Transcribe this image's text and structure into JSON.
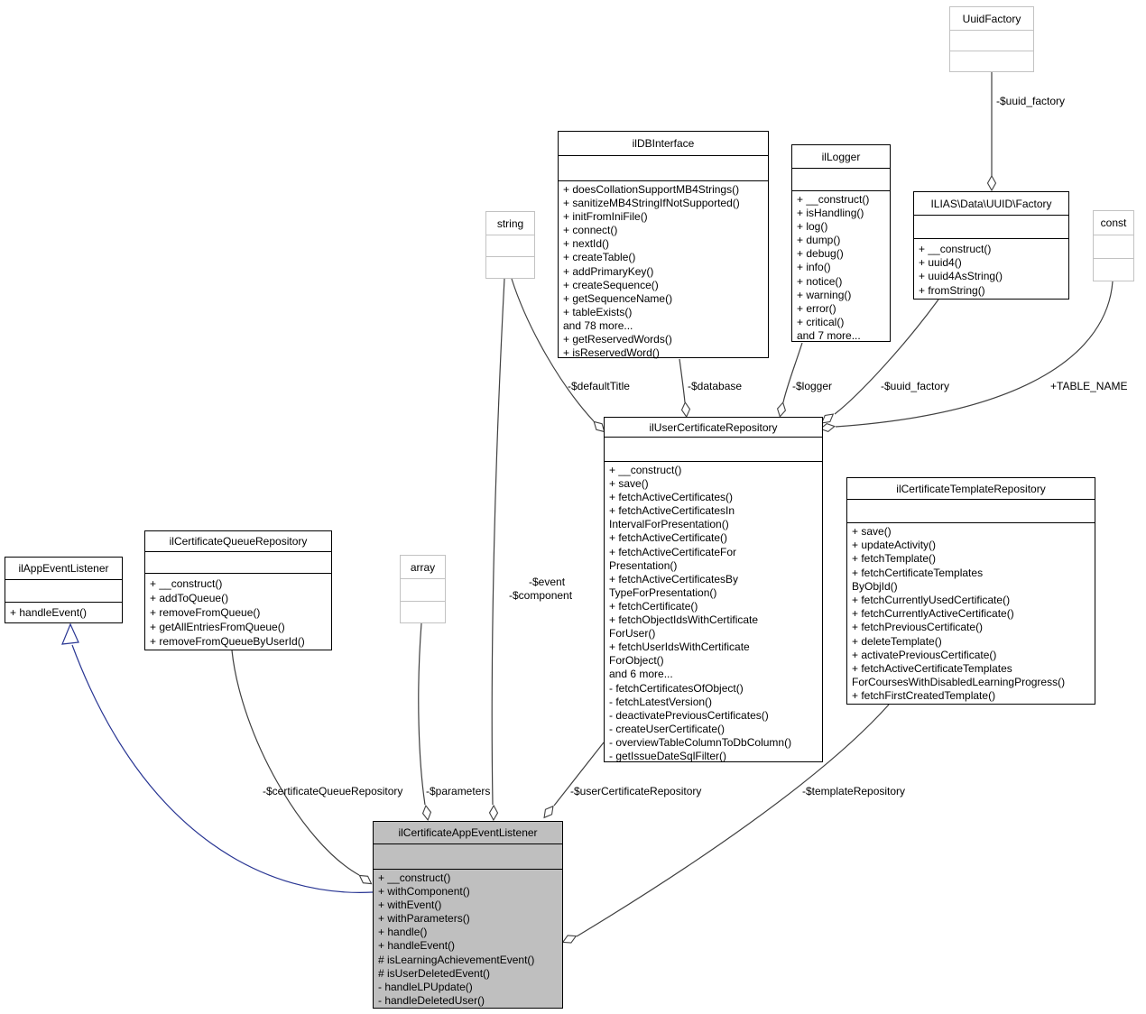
{
  "diagram": {
    "type": "uml-collaboration-diagram",
    "colors": {
      "edge": "#404040",
      "inheritance_edge": "#283593",
      "highlight_fill": "#bfbfbf",
      "ghost_border": "#c2c2c2",
      "box_border": "#000000",
      "background": "#ffffff"
    },
    "classes": {
      "uuid_factory_top": {
        "title": "UuidFactory",
        "methods": []
      },
      "db_interface": {
        "title": "ilDBInterface",
        "methods": [
          "+ doesCollationSupportMB4Strings()",
          "+ sanitizeMB4StringIfNotSupported()",
          "+ initFromIniFile()",
          "+ connect()",
          "+ nextId()",
          "+ createTable()",
          "+ addPrimaryKey()",
          "+ createSequence()",
          "+ getSequenceName()",
          "+ tableExists()",
          "and 78 more...",
          "+ getReservedWords()",
          "+ isReservedWord()"
        ]
      },
      "logger": {
        "title": "ilLogger",
        "methods": [
          "+ __construct()",
          "+ isHandling()",
          "+ log()",
          "+ dump()",
          "+ debug()",
          "+ info()",
          "+ notice()",
          "+ warning()",
          "+ error()",
          "+ critical()",
          "and 7 more..."
        ]
      },
      "uuid_data_factory": {
        "title": "ILIAS\\Data\\UUID\\Factory",
        "methods": [
          "+ __construct()",
          "+ uuid4()",
          "+ uuid4AsString()",
          "+ fromString()"
        ]
      },
      "const": {
        "title": "const",
        "methods": []
      },
      "string": {
        "title": "string",
        "methods": []
      },
      "array": {
        "title": "array",
        "methods": []
      },
      "app_event_listener": {
        "title": "ilAppEventListener",
        "methods": [
          "+ handleEvent()"
        ]
      },
      "queue_repository": {
        "title": "ilCertificateQueueRepository",
        "methods": [
          "+ __construct()",
          "+ addToQueue()",
          "+ removeFromQueue()",
          "+ getAllEntriesFromQueue()",
          "+ removeFromQueueByUserId()"
        ]
      },
      "user_certificate_repository": {
        "title": "ilUserCertificateRepository",
        "methods": [
          "+ __construct()",
          "+ save()",
          "+ fetchActiveCertificates()",
          "+ fetchActiveCertificatesIn",
          "IntervalForPresentation()",
          "+ fetchActiveCertificate()",
          "+ fetchActiveCertificateFor",
          "Presentation()",
          "+ fetchActiveCertificatesBy",
          "TypeForPresentation()",
          "+ fetchCertificate()",
          "+ fetchObjectIdsWithCertificate",
          "ForUser()",
          "+ fetchUserIdsWithCertificate",
          "ForObject()",
          "and 6 more...",
          "- fetchCertificatesOfObject()",
          "- fetchLatestVersion()",
          "- deactivatePreviousCertificates()",
          "- createUserCertificate()",
          "- overviewTableColumnToDbColumn()",
          "- getIssueDateSqlFilter()"
        ]
      },
      "template_repository": {
        "title": "ilCertificateTemplateRepository",
        "methods": [
          "+ save()",
          "+ updateActivity()",
          "+ fetchTemplate()",
          "+ fetchCertificateTemplates",
          "ByObjId()",
          "+ fetchCurrentlyUsedCertificate()",
          "+ fetchCurrentlyActiveCertificate()",
          "+ fetchPreviousCertificate()",
          "+ deleteTemplate()",
          "+ activatePreviousCertificate()",
          "+ fetchActiveCertificateTemplates",
          "ForCoursesWithDisabledLearningProgress()",
          "+ fetchFirstCreatedTemplate()"
        ]
      },
      "listener": {
        "title": "ilCertificateAppEventListener",
        "methods": [
          "+ __construct()",
          "+ withComponent()",
          "+ withEvent()",
          "+ withParameters()",
          "+ handle()",
          "+ handleEvent()",
          "# isLearningAchievementEvent()",
          "# isUserDeletedEvent()",
          "- handleLPUpdate()",
          "- handleDeletedUser()"
        ]
      }
    },
    "labels": {
      "uuid_factory_top": "-$uuid_factory",
      "default_title": "-$defaultTitle",
      "database": "-$database",
      "logger": "-$logger",
      "uuid_factory": "-$uuid_factory",
      "table_name": "+TABLE_NAME",
      "event": "-$event",
      "component": "-$component",
      "certificate_queue_repository": "-$certificateQueueRepository",
      "parameters": "-$parameters",
      "user_certificate_repository": "-$userCertificateRepository",
      "template_repository": "-$templateRepository"
    }
  }
}
